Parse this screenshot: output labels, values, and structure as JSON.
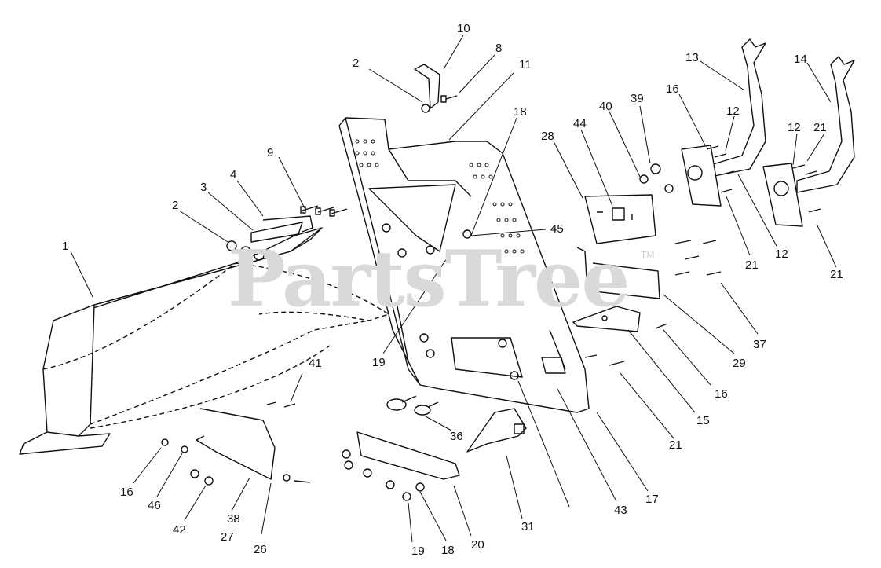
{
  "watermark": {
    "text": "PartsTree",
    "trademark": "TM"
  },
  "callouts": [
    {
      "id": "c10",
      "text": "10"
    },
    {
      "id": "c8",
      "text": "8"
    },
    {
      "id": "c2a",
      "text": "2"
    },
    {
      "id": "c11",
      "text": "11"
    },
    {
      "id": "c18a",
      "text": "18"
    },
    {
      "id": "c9",
      "text": "9"
    },
    {
      "id": "c4",
      "text": "4"
    },
    {
      "id": "c3",
      "text": "3"
    },
    {
      "id": "c2b",
      "text": "2"
    },
    {
      "id": "c1",
      "text": "1"
    },
    {
      "id": "c45",
      "text": "45"
    },
    {
      "id": "c19a",
      "text": "19"
    },
    {
      "id": "c13",
      "text": "13"
    },
    {
      "id": "c14",
      "text": "14"
    },
    {
      "id": "c16a",
      "text": "16"
    },
    {
      "id": "c12a",
      "text": "12"
    },
    {
      "id": "c12b",
      "text": "12"
    },
    {
      "id": "c21a",
      "text": "21"
    },
    {
      "id": "c39",
      "text": "39"
    },
    {
      "id": "c40",
      "text": "40"
    },
    {
      "id": "c44",
      "text": "44"
    },
    {
      "id": "c28",
      "text": "28"
    },
    {
      "id": "c21b",
      "text": "21"
    },
    {
      "id": "c12c",
      "text": "12"
    },
    {
      "id": "c21c",
      "text": "21"
    },
    {
      "id": "c37",
      "text": "37"
    },
    {
      "id": "c29",
      "text": "29"
    },
    {
      "id": "c16b",
      "text": "16"
    },
    {
      "id": "c15",
      "text": "15"
    },
    {
      "id": "c21d",
      "text": "21"
    },
    {
      "id": "c17",
      "text": "17"
    },
    {
      "id": "c43",
      "text": "43"
    },
    {
      "id": "c31",
      "text": "31"
    },
    {
      "id": "c36",
      "text": "36"
    },
    {
      "id": "c20",
      "text": "20"
    },
    {
      "id": "c18b",
      "text": "18"
    },
    {
      "id": "c19b",
      "text": "19"
    },
    {
      "id": "c41",
      "text": "41"
    },
    {
      "id": "c16c",
      "text": "16"
    },
    {
      "id": "c46",
      "text": "46"
    },
    {
      "id": "c42",
      "text": "42"
    },
    {
      "id": "c38",
      "text": "38"
    },
    {
      "id": "c27",
      "text": "27"
    },
    {
      "id": "c26",
      "text": "26"
    }
  ]
}
